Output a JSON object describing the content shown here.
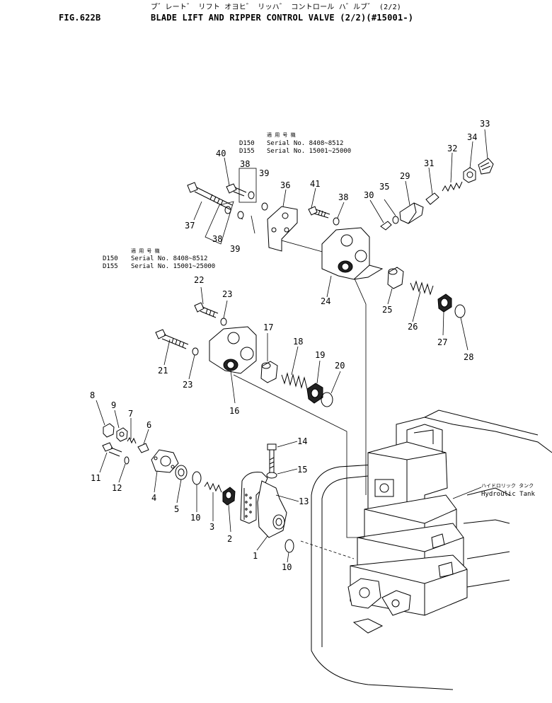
{
  "header": {
    "title_jp": "ブ゛レート゛ リフト オヨヒ゛ リッハ゛ コントロール ハ゛ルブ゛ (2/2)",
    "fig": "FIG.622B",
    "title_en": "BLADE LIFT AND RIPPER CONTROL VALVE (2/2)(#15001-)"
  },
  "notes": {
    "upper": {
      "jp": "適 用 号 機",
      "line1_model": "D150",
      "line1_serial": "Serial No. 8408~8512",
      "line2_model": "D155",
      "line2_serial": "Serial No. 15001~25000"
    },
    "lower": {
      "jp": "適 用 号 機",
      "line1_model": "D150",
      "line1_serial": "Serial No. 8408~8512",
      "line2_model": "D155",
      "line2_serial": "Serial No. 15001~25000"
    },
    "tank_jp": "ハイドロリック タンク",
    "tank_en": "Hydroulic Tank"
  },
  "callouts": [
    "33",
    "34",
    "32",
    "31",
    "29",
    "35",
    "30",
    "41",
    "38",
    "36",
    "40",
    "38",
    "39",
    "37",
    "38",
    "39",
    "24",
    "25",
    "26",
    "27",
    "28",
    "22",
    "23",
    "17",
    "18",
    "19",
    "20",
    "21",
    "23",
    "16",
    "8",
    "9",
    "7",
    "6",
    "11",
    "12",
    "4",
    "5",
    "10",
    "3",
    "2",
    "14",
    "15",
    "13",
    "1",
    "10"
  ],
  "icons": [
    "exploded-parts-drawing",
    "hydraulic-tank-assembly"
  ]
}
